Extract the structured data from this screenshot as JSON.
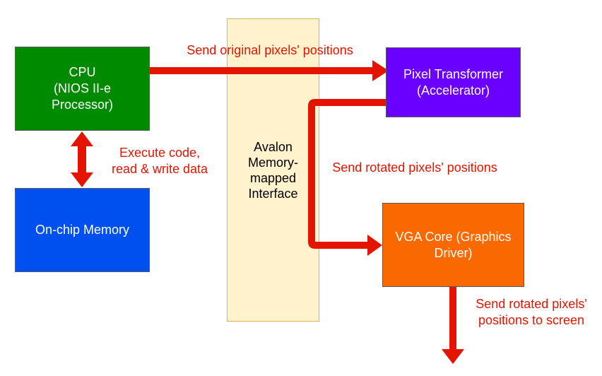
{
  "colors": {
    "cpu": "#008a00",
    "memory": "#0050ef",
    "transformer": "#6a00ff",
    "vga": "#fa6800",
    "avalon": "#fff2cc",
    "arrow": "#e51400",
    "label": "#e51400"
  },
  "nodes": {
    "cpu": "CPU\n(NIOS II-e\nProcessor)",
    "memory": "On-chip Memory",
    "transformer": "Pixel Transformer\n(Accelerator)",
    "vga": "VGA Core (Graphics\nDriver)",
    "avalon": "Avalon\nMemory-\nmapped\nInterface"
  },
  "edges": {
    "cpu_to_transformer": "Send original pixels' positions",
    "cpu_memory": "Execute code,\nread & write data",
    "transformer_to_vga": "Send rotated pixels' positions",
    "vga_to_screen": "Send rotated pixels'\npositions to screen"
  }
}
